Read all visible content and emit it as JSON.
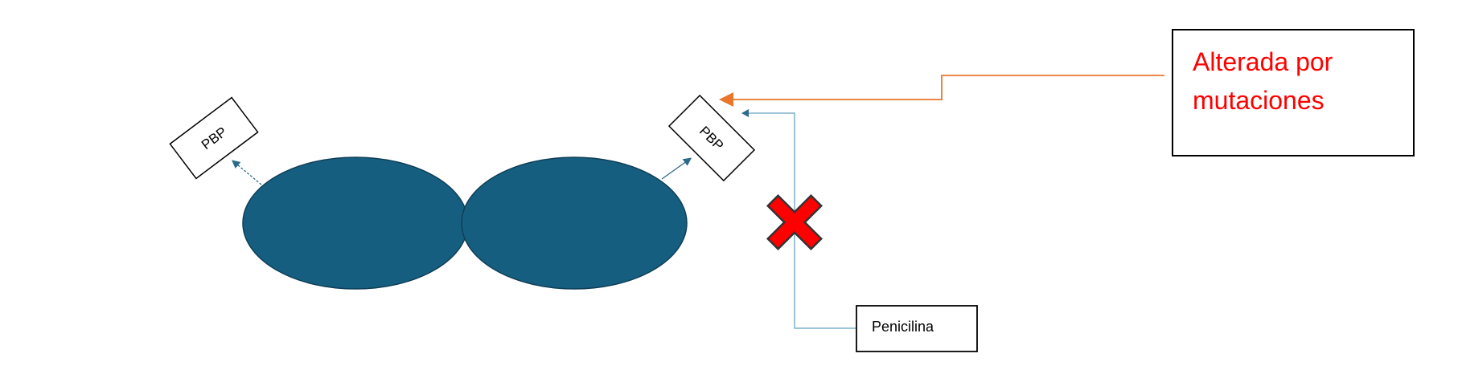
{
  "diagram": {
    "pbp_left_label": "PBP",
    "pbp_right_label": "PBP",
    "penicillin_label": "Penicilina",
    "mutation_label_line1": "Alterada por",
    "mutation_label_line2": "mutaciones"
  },
  "colors": {
    "cell_fill": "#165e80",
    "cell_stroke": "#0f3f58",
    "arrow_blue": "#2c6a8a",
    "penicillin_line": "#7fb0cb",
    "mutation_arrow": "#e9762b",
    "mutation_text": "#ff0000",
    "block_cross_fill": "#ff0000",
    "block_cross_stroke": "#333333"
  }
}
